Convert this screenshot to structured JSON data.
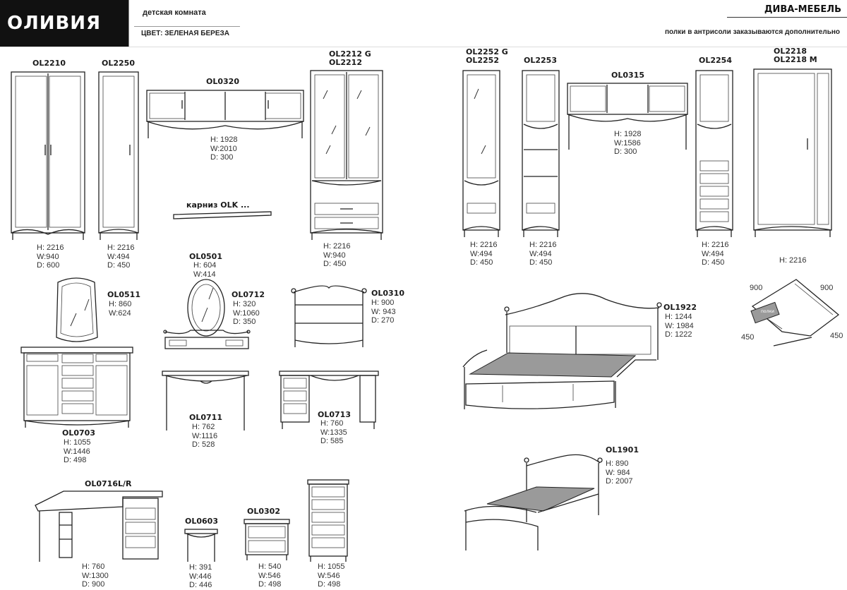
{
  "header": {
    "brand": "ОЛИВИЯ",
    "room": "детская комната",
    "color": "ЦВЕТ: ЗЕЛЕНАЯ БЕРЕЗА",
    "maker": "ДИВА-МЕБЕЛЬ",
    "note": "полки в антрисоли заказываются дополнительно"
  },
  "items": {
    "ol2210": {
      "code": "OL2210",
      "h": "H: 2216",
      "w": "W:940",
      "d": "D: 600"
    },
    "ol2250": {
      "code": "OL2250",
      "h": "H: 2216",
      "w": "W:494",
      "d": "D: 450"
    },
    "ol0320": {
      "code": "OL0320",
      "h": "H: 1928",
      "w": "W:2010",
      "d": "D: 300"
    },
    "olk": {
      "code": "карниз OLK ..."
    },
    "ol2212": {
      "code": "OL2212 G",
      "code2": "OL2212",
      "h": "H: 2216",
      "w": "W:940",
      "d": "D: 450"
    },
    "ol2252": {
      "code": "OL2252 G",
      "code2": "OL2252",
      "h": "H: 2216",
      "w": "W:494",
      "d": "D: 450"
    },
    "ol2253": {
      "code": "OL2253",
      "h": "H: 2216",
      "w": "W:494",
      "d": "D: 450"
    },
    "ol0315": {
      "code": "OL0315",
      "h": "H: 1928",
      "w": "W:1586",
      "d": "D: 300"
    },
    "ol2254": {
      "code": "OL2254",
      "h": "H: 2216",
      "w": "W:494",
      "d": "D: 450"
    },
    "ol2218": {
      "code": "OL2218",
      "code2": "OL2218 M"
    },
    "corner": {
      "h": "H: 2216",
      "a": "900",
      "b": "900",
      "c": "450",
      "d": "450",
      "label": "полки"
    },
    "ol0511": {
      "code": "OL0511",
      "h": "H: 860",
      "w": "W:624"
    },
    "ol0501": {
      "code": "OL0501",
      "h": "H: 604",
      "w": "W:414"
    },
    "ol0712": {
      "code": "OL0712",
      "h": "H: 320",
      "w": "W:1060",
      "d": "D: 350"
    },
    "ol0310": {
      "code": "OL0310",
      "h": "H: 900",
      "w": "W: 943",
      "d": "D: 270"
    },
    "ol0703": {
      "code": "OL0703",
      "h": "H: 1055",
      "w": "W:1446",
      "d": "D: 498"
    },
    "ol0711": {
      "code": "OL0711",
      "h": "H: 762",
      "w": "W:1116",
      "d": "D: 528"
    },
    "ol0713": {
      "code": "OL0713",
      "h": "H: 760",
      "w": "W:1335",
      "d": "D: 585"
    },
    "ol1922": {
      "code": "OL1922",
      "h": "H: 1244",
      "w": "W: 1984",
      "d": "D: 1222"
    },
    "ol1901": {
      "code": "OL1901",
      "h": "H: 890",
      "w": "W: 984",
      "d": "D: 2007"
    },
    "ol0716": {
      "code": "OL0716L/R",
      "h": "H: 760",
      "w": "W:1300",
      "d": "D: 900"
    },
    "ol0603": {
      "code": "OL0603",
      "h": "H: 391",
      "w": "W:446",
      "d": "D: 446"
    },
    "ol0302": {
      "code": "OL0302",
      "h": "H: 540",
      "w": "W:546",
      "d": "D: 498"
    },
    "ol0403": {
      "h": "H: 1055",
      "w": "W:546",
      "d": "D: 498"
    }
  }
}
